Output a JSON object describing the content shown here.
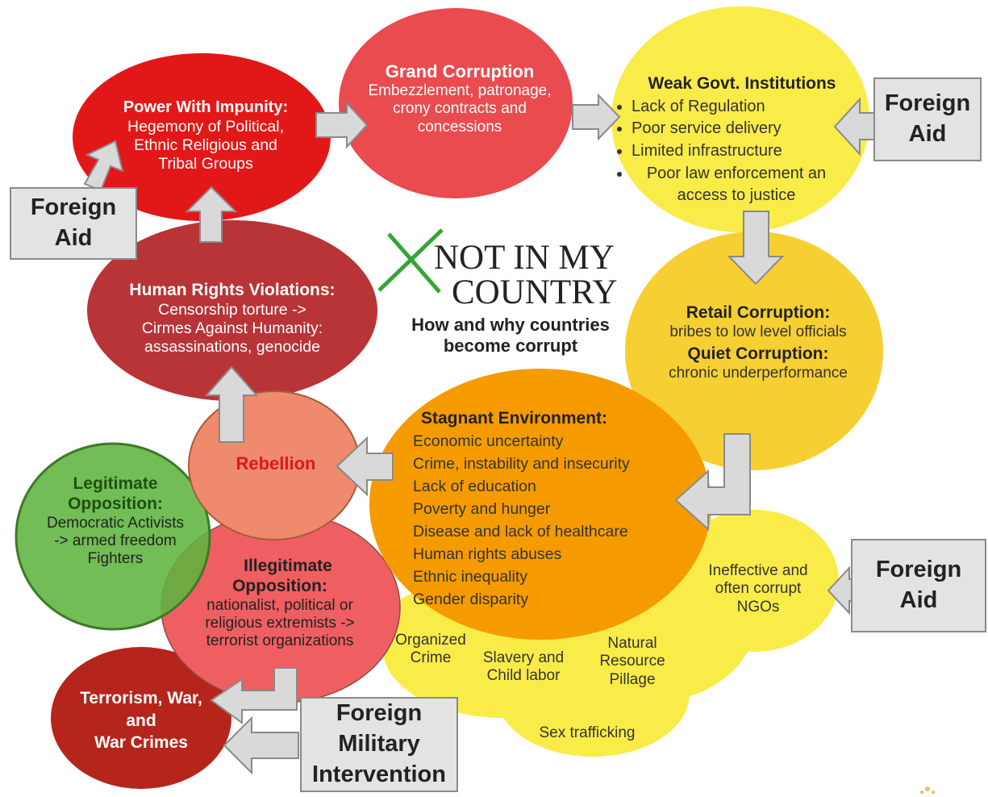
{
  "colors": {
    "red_dark": "#e21818",
    "red": "#e94b4f",
    "maroon": "#b83437",
    "salmon": "#ef8a6c",
    "orange": "#f59b00",
    "gold": "#f6cf32",
    "yellow": "#f9ec48",
    "green": "#5fb43e",
    "pink": "#ef5f61",
    "crimson": "#b5251b"
  },
  "logo": {
    "line1": "NOT IN MY",
    "line2": "COUNTRY",
    "mark": "check-mark-icon"
  },
  "subtitle": {
    "line1": "How and why countries",
    "line2": "become corrupt"
  },
  "nodes": {
    "power": {
      "title": "Power With Impunity:",
      "lines": [
        "Hegemony of Political,",
        "Ethnic Religious and",
        "Tribal Groups"
      ]
    },
    "grand": {
      "title": "Grand Corruption",
      "lines": [
        "Embezzlement, patronage,",
        "crony contracts and",
        "concessions"
      ]
    },
    "weak": {
      "title": "Weak Govt. Institutions",
      "items": [
        "Lack of Regulation",
        "Poor service delivery",
        "Limited infrastructure",
        "Poor law enforcement an access to justice"
      ]
    },
    "retail": {
      "title": "Retail Corruption:",
      "line": "bribes to low level officials",
      "title2": "Quiet Corruption:",
      "line2": "chronic underperformance"
    },
    "human": {
      "title": "Human Rights Violations:",
      "lines": [
        "Censorship torture ->",
        "Cirmes Against Humanity:",
        "assassinations, genocide"
      ]
    },
    "rebellion": {
      "title": "Rebellion"
    },
    "legit": {
      "title_1": "Legitimate",
      "title_2": "Opposition:",
      "lines": [
        "Democratic Activists",
        "-> armed freedom",
        "Fighters"
      ]
    },
    "illegit": {
      "title_1": "Illegitimate",
      "title_2": "Opposition:",
      "lines": [
        "nationalist, political or",
        "religious extremists ->",
        "terrorist organizations"
      ]
    },
    "stagnant": {
      "title": "Stagnant Environment:",
      "lines": [
        "Economic uncertainty",
        "Crime, instability and insecurity",
        "Lack of education",
        "Poverty and hunger",
        "Disease and lack of healthcare",
        "Human rights abuses",
        "Ethnic inequality",
        "Gender disparity"
      ]
    },
    "terror": {
      "lines": [
        "Terrorism, War,",
        "and",
        "War Crimes"
      ]
    },
    "ngo": {
      "lines": [
        "Ineffective and",
        "often corrupt",
        "NGOs"
      ]
    },
    "organized": {
      "lines": [
        "Organized",
        "Crime"
      ]
    },
    "slavery": {
      "lines": [
        "Slavery and",
        "Child labor"
      ]
    },
    "natural": {
      "lines": [
        "Natural",
        "Resource",
        "Pillage"
      ]
    },
    "sex": {
      "label": "Sex trafficking"
    }
  },
  "boxes": {
    "aid_left": "Foreign\nAid",
    "aid_top_right": "Foreign\nAid",
    "aid_bottom_right": "Foreign\nAid",
    "military": "Foreign\nMilitary\nIntervention"
  }
}
